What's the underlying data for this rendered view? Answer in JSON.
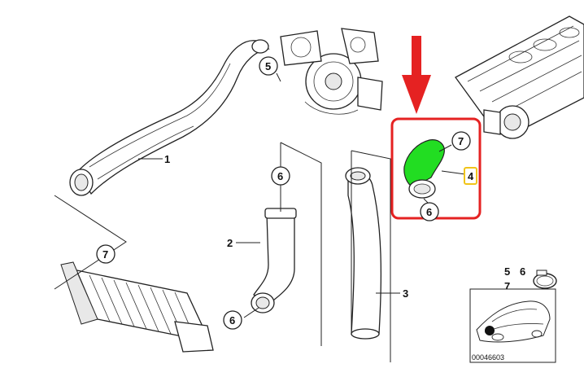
{
  "callouts": {
    "c1": "1",
    "c2": "2",
    "c3": "3",
    "c4": "4",
    "c5": "5",
    "c6a": "6",
    "c6b": "6",
    "c6c": "6",
    "c7a": "7",
    "c7b": "7"
  },
  "inset": {
    "legend_5": "5",
    "legend_6": "6",
    "legend_7": "7",
    "code": "00046603"
  },
  "colors": {
    "highlight_fill": "#22dd22",
    "highlight_box": "#e52222",
    "arrow": "#e52222",
    "label_4_box": "#f0c419"
  }
}
